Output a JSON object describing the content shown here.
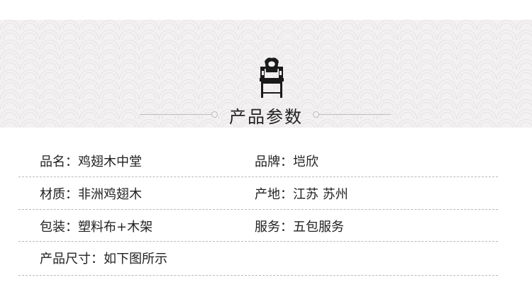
{
  "header": {
    "title": "产品参数"
  },
  "specs": [
    {
      "left": "品名：鸡翅木中堂",
      "right": "品牌：垲欣"
    },
    {
      "left": "材质：非洲鸡翅木",
      "right": "产地：江苏 苏州"
    },
    {
      "left": "包装：塑料布+木架",
      "right": "服务：五包服务"
    },
    {
      "left": "产品尺寸：如下图所示",
      "right": ""
    }
  ],
  "colors": {
    "header_bg": "#f3f1f1",
    "divider": "#b9b9b9",
    "text": "#222222"
  },
  "icons": {
    "chair": "chair-icon"
  }
}
